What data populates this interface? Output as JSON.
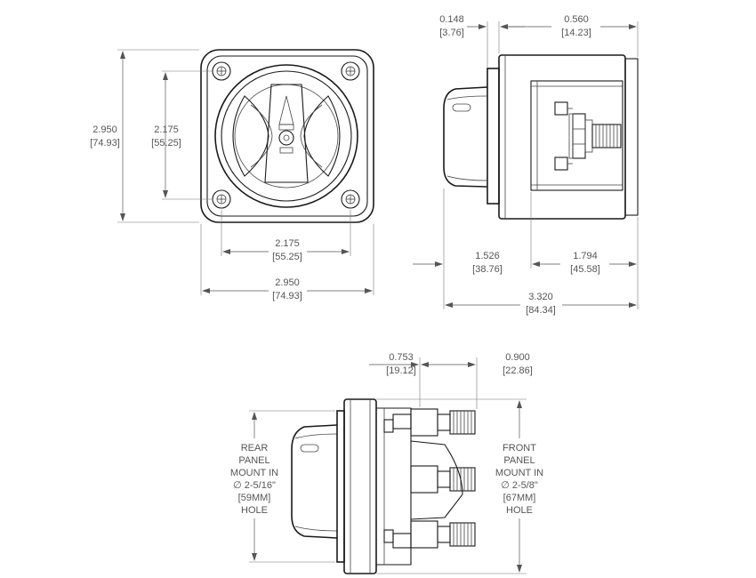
{
  "front_view": {
    "left_height": {
      "inch": "2.950",
      "mm": "[74.93]"
    },
    "bolt_height": {
      "inch": "2.175",
      "mm": "[55.25]"
    },
    "bolt_width": {
      "inch": "2.175",
      "mm": "[55.25]"
    },
    "overall_width": {
      "inch": "2.950",
      "mm": "[74.93]"
    }
  },
  "side_view": {
    "flange": {
      "inch": "0.148",
      "mm": "[3.76]"
    },
    "body_depth": {
      "inch": "0.560",
      "mm": "[14.23]"
    },
    "knob_depth": {
      "inch": "1.526",
      "mm": "[38.76]"
    },
    "rear_depth": {
      "inch": "1.794",
      "mm": "[45.58]"
    },
    "overall_depth": {
      "inch": "3.320",
      "mm": "[84.34]"
    }
  },
  "bottom_view": {
    "dim_a": {
      "inch": "0.753",
      "mm": "[19.12]"
    },
    "dim_b": {
      "inch": "0.900",
      "mm": "[22.86]"
    },
    "rear_note": [
      "REAR",
      "PANEL",
      "MOUNT IN",
      "∅ 2-5/16\"",
      "[59MM]",
      "HOLE"
    ],
    "front_note": [
      "FRONT",
      "PANEL",
      "MOUNT IN",
      "∅ 2-5/8\"",
      "[67MM]",
      "HOLE"
    ]
  }
}
